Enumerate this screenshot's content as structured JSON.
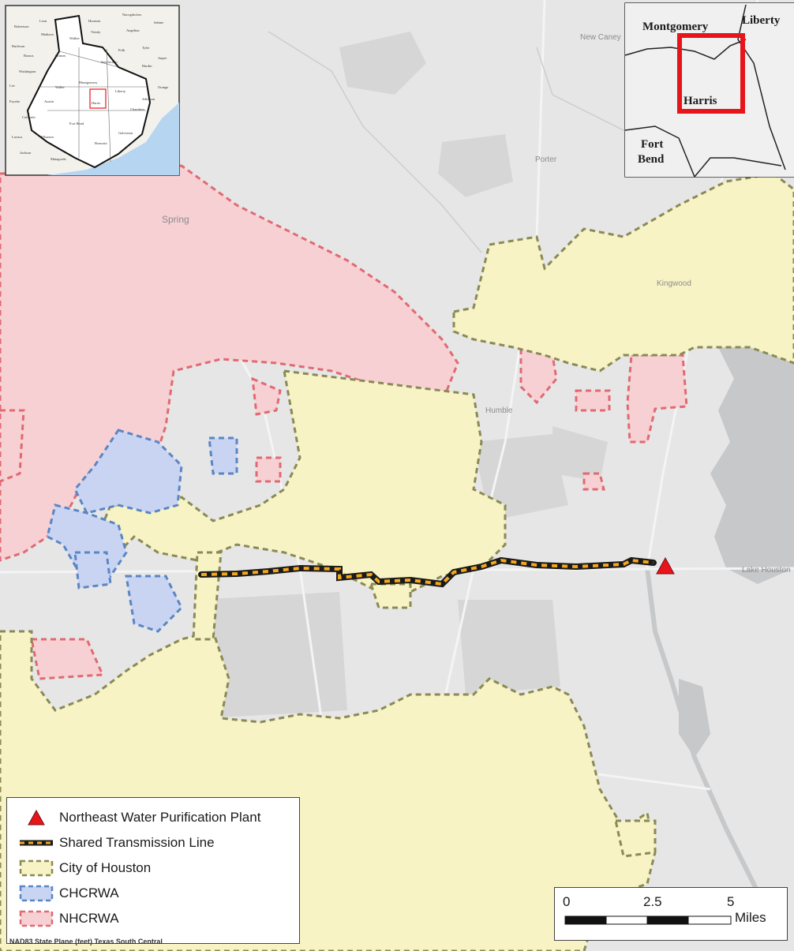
{
  "map": {
    "places": {
      "new_caney": "New Caney",
      "porter": "Porter",
      "spring": "Spring",
      "kingwood": "Kingwood",
      "humble": "Humble",
      "lake_houston": "Lake Houston"
    },
    "plant_marker": {
      "color": "#e8141b",
      "shape": "triangle"
    },
    "colors": {
      "houston_fill": "#f7f3c4",
      "houston_stroke": "#8a8a55",
      "chcrwa_fill": "#c9d4f2",
      "chcrwa_stroke": "#5a86c4",
      "nhcrwa_fill": "#f7d0d4",
      "nhcrwa_stroke": "#e06a72",
      "water": "#c6c8ca",
      "background": "#e6e6e6",
      "transmission_dash": "#f4a71d",
      "transmission_base": "#1a1a1a"
    }
  },
  "inset_right": {
    "montgomery": "Montgomery",
    "liberty": "Liberty",
    "harris": "Harris",
    "fort": "Fort",
    "bend": "Bend",
    "highlight_color": "#e8141b"
  },
  "inset_left": {
    "highlight_color": "#e8141b",
    "water_color": "#b5d5f0",
    "county_labels": {
      "walker": "Walker",
      "montgomery": "Montgomery",
      "liberty": "Liberty",
      "harris": "Harris",
      "fort_bend": "Fort Bend",
      "brazoria": "Brazoria",
      "galveston": "Galveston",
      "chambers": "Chambers",
      "waller": "Waller",
      "austin": "Austin",
      "colorado": "Colorado",
      "wharton": "Wharton",
      "matagorda": "Matagorda",
      "grimes": "Grimes",
      "madison": "Madison",
      "san_jacinto": "San Jacinto",
      "polk": "Polk",
      "hardin": "Hardin",
      "jefferson": "Jefferson",
      "orange": "Orange",
      "washington": "Washington",
      "brazos": "Brazos",
      "leon": "Leon",
      "houston": "Houston",
      "trinity": "Trinity",
      "tyler": "Tyler",
      "jasper": "Jasper",
      "lavaca": "Lavaca",
      "jackson": "Jackson",
      "fayette": "Fayette",
      "lee": "Lee",
      "burleson": "Burleson",
      "robertson": "Robertson",
      "angelina": "Angelina",
      "nacogdoches": "Nacogdoches",
      "sabine": "Sabine"
    }
  },
  "legend": {
    "items": [
      {
        "label": "Northeast Water Purification Plant",
        "symbol": "red-triangle"
      },
      {
        "label": "Shared Transmission Line",
        "symbol": "black-orange-dashed-line"
      },
      {
        "label": "City of Houston",
        "symbol": "yellow-dashed-polygon"
      },
      {
        "label": "CHCRWA",
        "symbol": "blue-dashed-polygon"
      },
      {
        "label": "NHCRWA",
        "symbol": "red-dashed-polygon"
      }
    ]
  },
  "scale_bar": {
    "ticks": [
      "0",
      "2.5",
      "5"
    ],
    "unit": "Miles"
  },
  "projection_note": "NAD83 State Plane (feet) Texas South Central"
}
